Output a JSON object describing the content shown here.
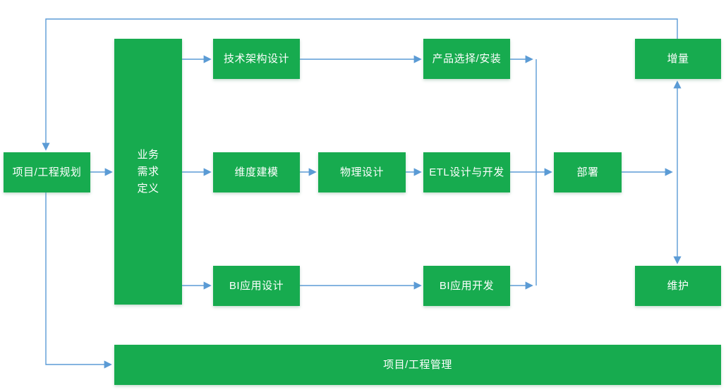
{
  "diagram": {
    "type": "flowchart",
    "language": "zh-CN",
    "colors": {
      "node_fill": "#17ab4f",
      "node_text": "#ffffff",
      "connector": "#5b9bd5",
      "background": "#ffffff"
    },
    "nodes": {
      "planning": {
        "label": "项目/工程规划"
      },
      "requirements": {
        "label": "业务\n需求\n定义"
      },
      "tech_arch": {
        "label": "技术架构设计"
      },
      "product": {
        "label": "产品选择/安装"
      },
      "increment": {
        "label": "增量"
      },
      "dim_model": {
        "label": "维度建模"
      },
      "physical": {
        "label": "物理设计"
      },
      "etl": {
        "label": "ETL设计与开发"
      },
      "deploy": {
        "label": "部署"
      },
      "bi_design": {
        "label": "BI应用设计"
      },
      "bi_dev": {
        "label": "BI应用开发"
      },
      "maintenance": {
        "label": "维护"
      },
      "management": {
        "label": "项目/工程管理"
      }
    },
    "edges": [
      {
        "from": "planning",
        "to": "requirements"
      },
      {
        "from": "requirements",
        "to": "tech_arch"
      },
      {
        "from": "requirements",
        "to": "dim_model"
      },
      {
        "from": "requirements",
        "to": "bi_design"
      },
      {
        "from": "tech_arch",
        "to": "product"
      },
      {
        "from": "product",
        "to": "deploy"
      },
      {
        "from": "dim_model",
        "to": "physical"
      },
      {
        "from": "physical",
        "to": "etl"
      },
      {
        "from": "etl",
        "to": "deploy"
      },
      {
        "from": "bi_design",
        "to": "bi_dev"
      },
      {
        "from": "bi_dev",
        "to": "deploy"
      },
      {
        "from": "deploy",
        "to": "increment"
      },
      {
        "from": "deploy",
        "to": "maintenance"
      },
      {
        "from": "increment",
        "to": "planning"
      },
      {
        "from": "planning",
        "to": "management"
      }
    ]
  }
}
